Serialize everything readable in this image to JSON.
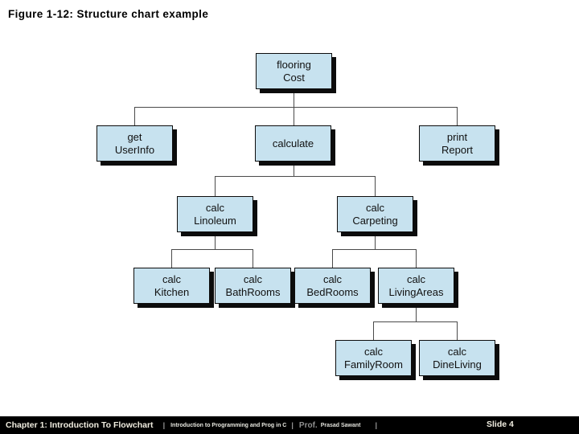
{
  "slide": {
    "title": "Figure 1-12: Structure chart example"
  },
  "chart": {
    "type": "structure-chart",
    "nodes": [
      {
        "id": "flooring-cost",
        "label": "flooring\nCost",
        "parent": null
      },
      {
        "id": "get-userinfo",
        "label": "get\nUserInfo",
        "parent": "flooring-cost"
      },
      {
        "id": "calculate",
        "label": "calculate",
        "parent": "flooring-cost"
      },
      {
        "id": "print-report",
        "label": "print\nReport",
        "parent": "flooring-cost"
      },
      {
        "id": "calc-linoleum",
        "label": "calc\nLinoleum",
        "parent": "calculate"
      },
      {
        "id": "calc-carpeting",
        "label": "calc\nCarpeting",
        "parent": "calculate"
      },
      {
        "id": "calc-kitchen",
        "label": "calc\nKitchen",
        "parent": "calc-linoleum"
      },
      {
        "id": "calc-bathrooms",
        "label": "calc\nBathRooms",
        "parent": "calc-linoleum"
      },
      {
        "id": "calc-bedrooms",
        "label": "calc\nBedRooms",
        "parent": "calc-carpeting"
      },
      {
        "id": "calc-livingareas",
        "label": "calc\nLivingAreas",
        "parent": "calc-carpeting"
      },
      {
        "id": "calc-familyroom",
        "label": "calc\nFamilyRoom",
        "parent": "calc-livingareas"
      },
      {
        "id": "calc-dineliving",
        "label": "calc\nDineLiving",
        "parent": "calc-livingareas"
      }
    ]
  },
  "colors": {
    "node_fill": "#c7e2ef",
    "node_border": "#0d0d0d",
    "node_shadow": "#0c0c0c",
    "connector_line": "#4a4a4a",
    "title_text": "#000000",
    "footer_background": "#000000",
    "footer_text": "#f0ede0",
    "professor_prefix_text": "#8f8f8f"
  },
  "footer": {
    "chapter": "Chapter 1: Introduction To Flowchart",
    "separator1": "|",
    "course": "Introduction to Programming and Prog in C",
    "separator2": "|",
    "professor_title": "Prof.",
    "professor_name": "Prasad Sawant",
    "separator3": "|",
    "slide_number": "Slide 4"
  }
}
